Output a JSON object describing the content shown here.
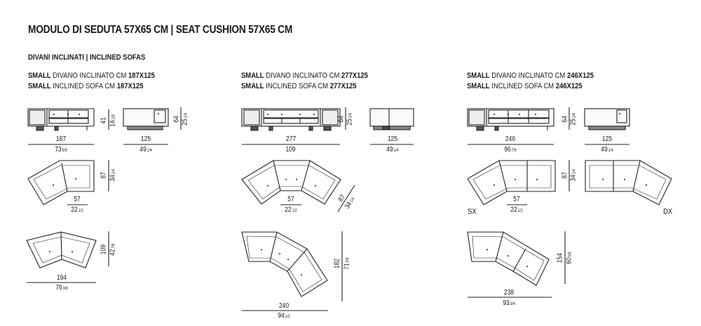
{
  "title": "MODULO DI SEDUTA 57X65 CM | SEAT CUSHION 57X65 CM",
  "subtitle": "DIVANI INCLINATI | INCLINED SOFAS",
  "columns": [
    {
      "line1": {
        "bold": "SMALL",
        "text": " DIVANO INCLINATO CM ",
        "size": "187X125"
      },
      "line2": {
        "bold": "SMALL",
        "text": " INCLINED SOFA CM ",
        "size": "187X125"
      },
      "front": {
        "width": "187",
        "width_in": "73",
        "width_in_frac": "5/8",
        "height": "41",
        "height_in": "16",
        "height_in_frac": "1/8"
      },
      "side": {
        "width": "125",
        "width_in": "49",
        "width_in_frac": "1/4",
        "height": "64",
        "height_in": "25",
        "height_in_frac": "1/4"
      },
      "plan1": {
        "seat": "57",
        "seat_in": "22",
        "seat_in_frac": "1/2",
        "depth": "87",
        "depth_in": "34",
        "depth_in_frac": "1/4"
      },
      "plan2": {
        "width": "194",
        "width_in": "76",
        "width_in_frac": "3/8",
        "depth": "109",
        "depth_in": "42",
        "depth_in_frac": "7/8"
      }
    },
    {
      "line1": {
        "bold": "SMALL",
        "text": " DIVANO INCLINATO CM ",
        "size": "277X125"
      },
      "line2": {
        "bold": "SMALL",
        "text": " INCLINED SOFA CM ",
        "size": "277X125"
      },
      "front": {
        "width": "277",
        "width_in": "109",
        "width_in_frac": "",
        "height": "64",
        "height_in": "25",
        "height_in_frac": "1/4"
      },
      "side": {
        "width": "125",
        "width_in": "49",
        "width_in_frac": "1/4"
      },
      "plan1": {
        "seat": "57",
        "seat_in": "22",
        "seat_in_frac": "1/2",
        "depth": "87",
        "depth_in": "34",
        "depth_in_frac": "1/4"
      },
      "plan2": {
        "width": "240",
        "width_in": "94",
        "width_in_frac": "1/2",
        "depth": "182",
        "depth_in": "71",
        "depth_in_frac": "5/8"
      }
    },
    {
      "line1": {
        "bold": "SMALL",
        "text": " DIVANO INCLINATO CM ",
        "size": "246X125"
      },
      "line2": {
        "bold": "SMALL",
        "text": " INCLINED SOFA CM ",
        "size": "246X125"
      },
      "front": {
        "width": "246",
        "width_in": "96",
        "width_in_frac": "7/8",
        "height": "64",
        "height_in": "25",
        "height_in_frac": "1/4"
      },
      "side": {
        "width": "125",
        "width_in": "49",
        "width_in_frac": "1/4"
      },
      "plan1": {
        "seat": "57",
        "seat_in": "22",
        "seat_in_frac": "1/2",
        "depth": "87",
        "depth_in": "34",
        "depth_in_frac": "1/4",
        "left_label": "SX",
        "right_label": "DX"
      },
      "plan2": {
        "width": "238",
        "width_in": "93",
        "width_in_frac": "3/4",
        "depth": "154",
        "depth_in": "60",
        "depth_in_frac": "5/8"
      }
    }
  ]
}
